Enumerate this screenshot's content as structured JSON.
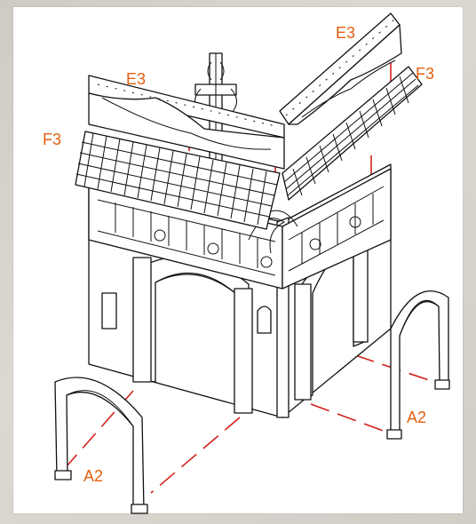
{
  "labels": {
    "e3_left": "E3",
    "e3_right": "E3",
    "f3_left": "F3",
    "f3_right": "F3",
    "a2_left": "A2",
    "a2_right": "A2"
  },
  "colors": {
    "label": "#e2600e",
    "guide": "#d0201a",
    "ink": "#111111",
    "background": "#ffffff"
  }
}
